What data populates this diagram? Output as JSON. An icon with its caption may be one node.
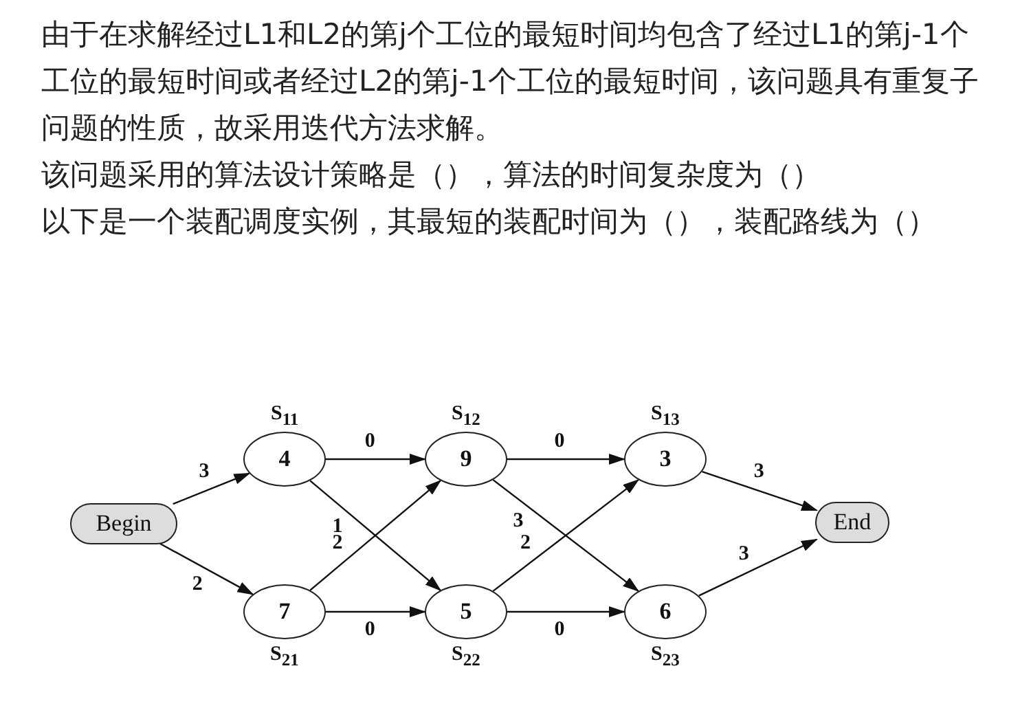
{
  "diagram": {
    "nodes": [
      {
        "text": [
          "Begin"
        ]
      },
      {
        "text": [
          "4"
        ],
        "beside": [
          "S$_{11}$"
        ]
      },
      {
        "text": [
          "7"
        ],
        "beside": [
          "S$_{21}$"
        ]
      },
      {
        "text": [
          "9"
        ],
        "beside": [
          "S$_{12}$"
        ]
      },
      {
        "text": [
          "5"
        ],
        "beside": [
          "S$_{22}$"
        ]
      },
      {
        "text": [
          "3"
        ],
        "beside": [
          "S$_{13}$"
        ]
      },
      {
        "text": [
          "6"
        ],
        "beside": [
          "S$_{23}$"
        ]
      },
      {
        "text": [
          "End"
        ]
      }
    ],
    "edges": [
      {
        "from": 0,
        "to": 1,
        "arrow": "to",
        "label": "3"
      },
      {
        "from": 0,
        "to": 2,
        "arrow": "to",
        "label": "2"
      },
      {
        "from": 1,
        "to": 3,
        "arrow": "to",
        "label": "0"
      },
      {
        "from": 1,
        "to": 4,
        "arrow": "to",
        "label": "1"
      },
      {
        "from": 2,
        "to": 3,
        "arrow": "to",
        "label": "2"
      },
      {
        "from": 2,
        "to": 4,
        "arrow": "to",
        "label": "0"
      },
      {
        "from": 3,
        "to": 5,
        "arrow": "to",
        "label": "0"
      },
      {
        "from": 3,
        "to": 6,
        "arrow": "to",
        "label": "3"
      },
      {
        "from": 4,
        "to": 5,
        "arrow": "to",
        "label": "2"
      },
      {
        "from": 4,
        "to": 6,
        "arrow": "to",
        "label": "0"
      },
      {
        "from": 5,
        "to": 7,
        "arrow": "to",
        "label": "3"
      },
      {
        "from": 6,
        "to": 7,
        "arrow": "to",
        "label": "3"
      }
    ],
    "labels": [
      "由于在求解经过L1和L2的第j个工位的最短时间均包含了经过L1的第j-1个工位的最短时间或者经过L2的第j-1个工位的最短时间，该问题具有重复子问题的性质，故采用迭代方法求解。",
      "该问题采用的算法设计策略是（），算法的时间复杂度为（）",
      "以下是一个装配调度实例，其最短的装配时间为（），装配路线为（）"
    ]
  }
}
